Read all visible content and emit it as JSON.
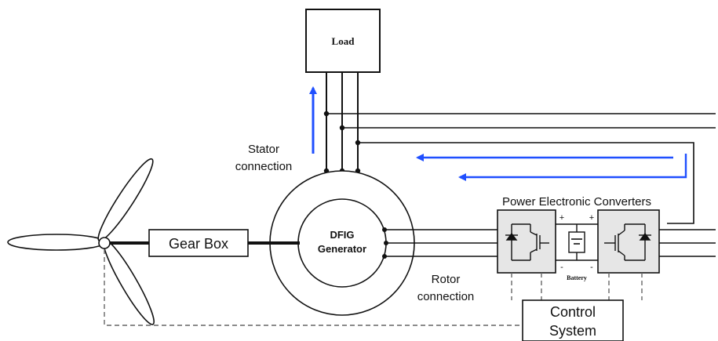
{
  "labels": {
    "load": "Load",
    "stator_line1": "Stator",
    "stator_line2": "connection",
    "converters": "Power Electronic Converters",
    "gearbox": "Gear Box",
    "generator_line1": "DFIG",
    "generator_line2": "Generator",
    "rotor_line1": "Rotor",
    "rotor_line2": "connection",
    "battery": "Battery",
    "control_line1": "Control",
    "control_line2": "System",
    "plus": "+",
    "minus": "-"
  },
  "colors": {
    "line": "#111111",
    "flow_arrow": "#1f4fff",
    "converter_fill": "#e6e6e6",
    "dashed": "#666666"
  }
}
